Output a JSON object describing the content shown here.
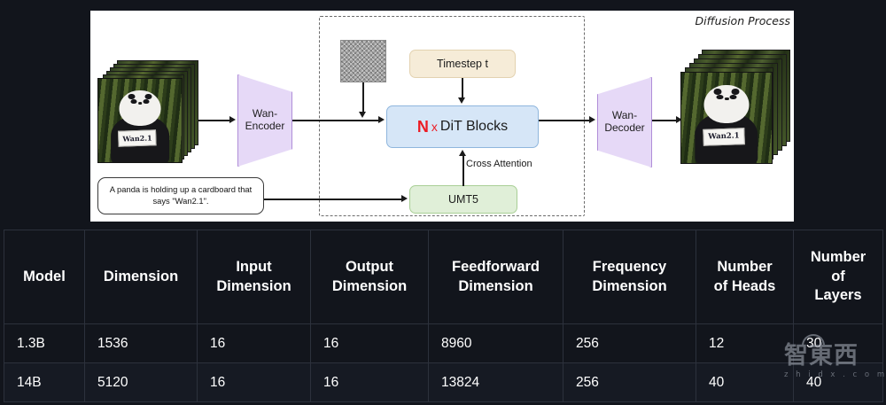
{
  "figure": {
    "diffusion_region_label": "Diffusion Process",
    "encoder_label_line1": "Wan-",
    "encoder_label_line2": "Encoder",
    "decoder_label_line1": "Wan-",
    "decoder_label_line2": "Decoder",
    "timestep_label": "Timestep t",
    "dit_n_symbol": "N",
    "dit_x_symbol": "x",
    "dit_label": "DiT Blocks",
    "umt5_label": "UMT5",
    "cross_attention_label": "Cross Attention",
    "prompt_text": "A panda is holding up a cardboard that says \"Wan2.1\".",
    "input_video_sign_text": "Wan2.1",
    "output_video_sign_text": "Wan2.1",
    "noise_patch_name": "gaussian-noise-latent",
    "colors": {
      "encoder_fill": "#e6d9f7",
      "encoder_stroke": "#b08ed8",
      "timestep_fill": "#f6ecd8",
      "dit_fill": "#d6e6f7",
      "umt5_fill": "#e0efd8",
      "n_symbol": "#ec1c24",
      "panel_bg": "#ffffff"
    }
  },
  "table": {
    "headers": [
      "Model",
      "Dimension",
      "Input Dimension",
      "Output Dimension",
      "Feedforward Dimension",
      "Frequency Dimension",
      "Number of Heads",
      "Number of Layers"
    ],
    "rows": [
      {
        "model": "1.3B",
        "dimension": "1536",
        "input_dimension": "16",
        "output_dimension": "16",
        "feedforward_dimension": "8960",
        "frequency_dimension": "256",
        "number_of_heads": "12",
        "number_of_layers": "30"
      },
      {
        "model": "14B",
        "dimension": "5120",
        "input_dimension": "16",
        "output_dimension": "16",
        "feedforward_dimension": "13824",
        "frequency_dimension": "256",
        "number_of_heads": "40",
        "number_of_layers": "40"
      }
    ]
  },
  "watermark": {
    "brand": "智東西",
    "url": "z h i d x . c o m"
  },
  "page": {
    "background_color": "#12151c"
  }
}
